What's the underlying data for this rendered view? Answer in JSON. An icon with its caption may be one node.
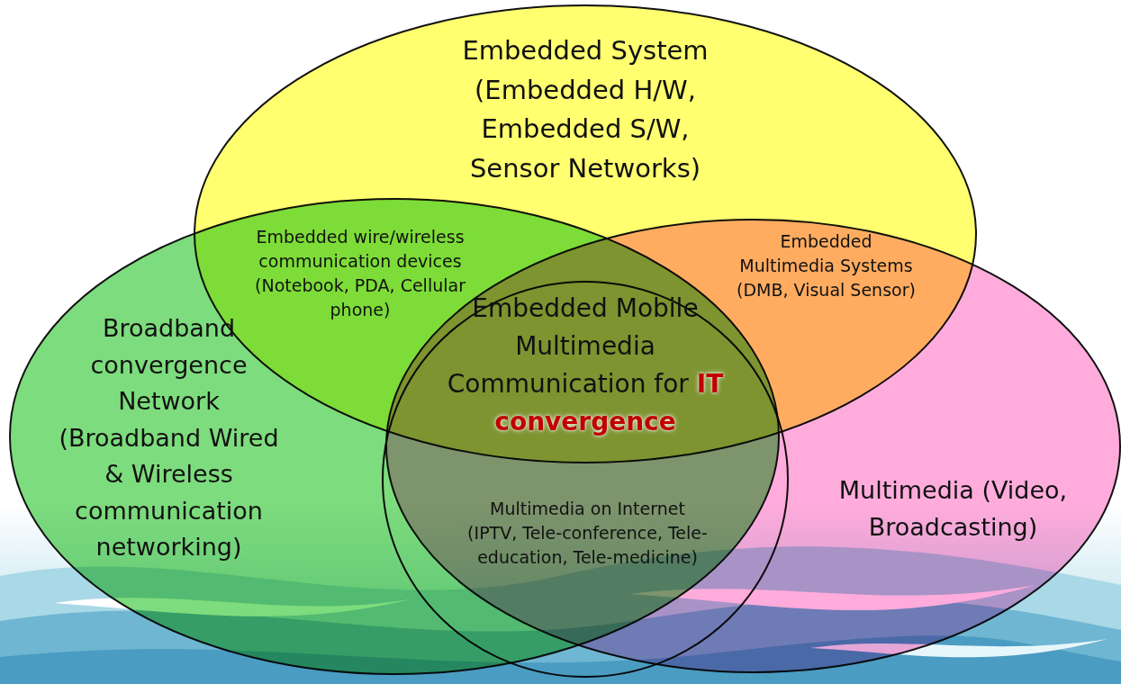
{
  "diagram": {
    "nodes": [
      {
        "text": [
          "Embedded System (Embedded H/W, Embedded S/W, Sensor Networks)"
        ]
      },
      {
        "text": [
          "Broadband convergence Network (Broadband Wired & Wireless communication networking)"
        ]
      },
      {
        "text": [
          "Multimedia (Video, Broadcasting)"
        ]
      },
      {
        "text": [
          "Embedded Mobile Multimedia Communication for **IT convergence**"
        ]
      }
    ],
    "labels": [
      "Embedded wire/wireless communication devices (Notebook, PDA, Cellular phone)",
      "Embedded Multimedia Systems (DMB, Visual Sensor)",
      "Multimedia on Internet (IPTV, Tele-conference, Tele-education, Tele-medicine)"
    ]
  }
}
